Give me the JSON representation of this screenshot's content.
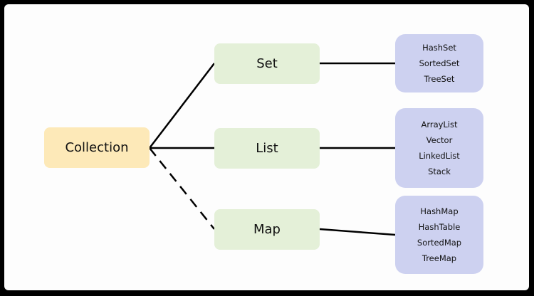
{
  "diagram": {
    "root": {
      "label": "Collection"
    },
    "branches": [
      {
        "label": "Set",
        "items": [
          "HashSet",
          "SortedSet",
          "TreeSet"
        ]
      },
      {
        "label": "List",
        "items": [
          "ArrayList",
          "Vector",
          "LinkedList",
          "Stack"
        ]
      },
      {
        "label": "Map",
        "items": [
          "HashMap",
          "HashTable",
          "SortedMap",
          "TreeMap"
        ]
      }
    ]
  },
  "colors": {
    "root_fill": "#fde9b8",
    "branch_fill": "#e4f0d8",
    "leaf_fill": "#cdd1f0",
    "line": "#000000"
  }
}
